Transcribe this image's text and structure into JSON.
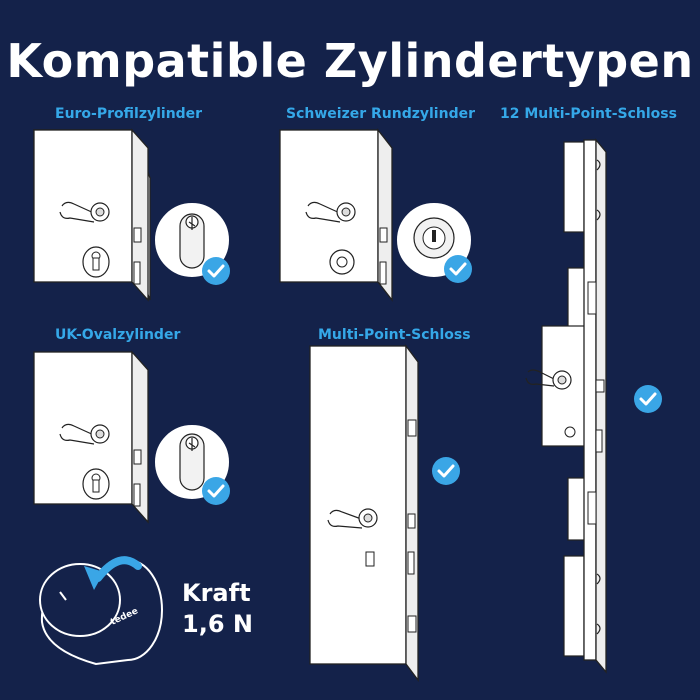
{
  "title": "Kompatible Zylindertypen",
  "labels": {
    "euro": "Euro-Profilzylinder",
    "swiss": "Schweizer Rundzylinder",
    "twelve": "12 Multi-Point-Schloss",
    "uk": "UK-Ovalzylinder",
    "multipoint": "Multi-Point-Schloss"
  },
  "force": {
    "line1": "Kraft",
    "line2": "1,6 N"
  },
  "brand": "tedee",
  "colors": {
    "background": "#14224a",
    "accent": "#35a8e8",
    "check": "#3aa6e6",
    "door": "#ffffff"
  },
  "icons": [
    "door-icon",
    "lever-handle-icon",
    "cylinder-icon",
    "check-icon",
    "rotate-arrow-icon",
    "smart-lock-icon"
  ]
}
